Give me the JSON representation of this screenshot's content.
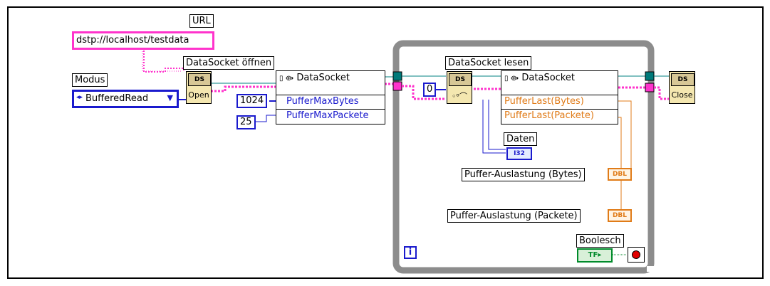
{
  "url_label": "URL",
  "url_value": "dstp://localhost/testdata",
  "modus_label": "Modus",
  "modus_value": "BufferedRead",
  "open_group_label": "DataSocket öffnen",
  "open_icon_label": "Open",
  "open_node": {
    "title": "DataSocket",
    "inputs": [
      "PufferMaxBytes",
      "PufferMaxPackete"
    ]
  },
  "bytes_const": "1024",
  "packets_const": "25",
  "read_group_label": "DataSocket lesen",
  "read_node": {
    "title": "DataSocket",
    "outputs": [
      "PufferLast(Bytes)",
      "PufferLast(Packete)"
    ]
  },
  "timeout_const": "0",
  "daten_label": "Daten",
  "daten_type": "I32",
  "bytes_indicator": "Puffer-Auslastung (Bytes)",
  "packets_indicator": "Puffer-Auslastung (Packete)",
  "dbl_type": "DBL",
  "bool_label": "Boolesch",
  "bool_type": "TF",
  "loop_iter": "i",
  "close_icon_label": "Close",
  "ds_glyph": "DS",
  "colors": {
    "string_wire": "#ff33cc",
    "int_wire": "#1a1acd",
    "dbl_wire": "#e07b18",
    "refnum_wire": "#008080",
    "loop_border": "#8c8c8c"
  }
}
